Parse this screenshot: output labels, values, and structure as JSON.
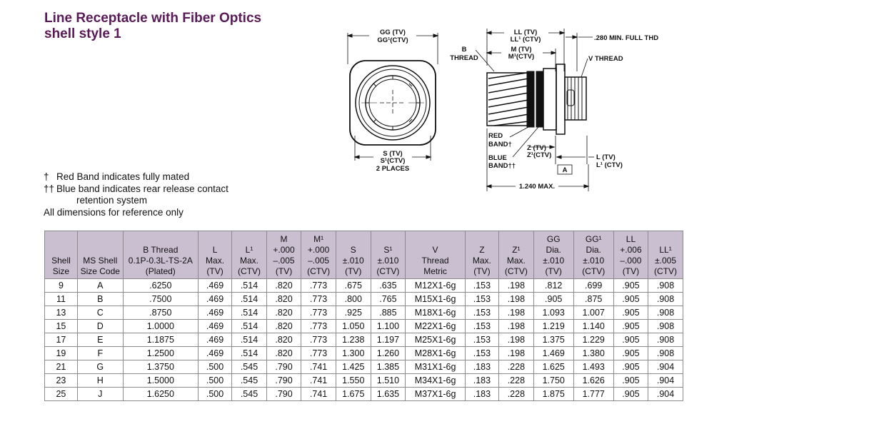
{
  "title": {
    "line1": "Line Receptacle with Fiber Optics",
    "line2": "shell style 1"
  },
  "notes": [
    {
      "symbol": "†",
      "text": "Red Band indicates fully mated"
    },
    {
      "symbol": "††",
      "text": "Blue band indicates rear release contact"
    },
    {
      "symbol": "",
      "text": "retention system",
      "indent": true
    },
    {
      "symbol": "",
      "text": "All dimensions for reference only"
    }
  ],
  "drawing": {
    "gg_label": "GG (TV)",
    "gg1_label": "GG¹(CTV)",
    "s_label": "S (TV)",
    "s1_label": "S¹(CTV)",
    "s_places": "2 PLACES",
    "ll_label": "LL (TV)",
    "ll1_label": "LL¹ (CTV)",
    "thd_label": ".280 MIN. FULL THD",
    "v_thread": "V THREAD",
    "b_label": "B",
    "b_thread": "THREAD",
    "m_label": "M (TV)",
    "m1_label": "M¹(CTV)",
    "red_label": "RED",
    "red_band": "BAND†",
    "blue_label": "BLUE",
    "blue_band": "BAND††",
    "z_label": "Z (TV)",
    "z1_label": "Z¹(CTV)",
    "l_label": "L (TV)",
    "l1_label": "L¹ (CTV)",
    "a_label": "A",
    "max_label": "1.240 MAX."
  },
  "table": {
    "headers": [
      [
        "Shell",
        "Size"
      ],
      [
        "MS Shell",
        "Size Code"
      ],
      [
        "B Thread",
        "0.1P-0.3L-TS-2A",
        "(Plated)"
      ],
      [
        "L",
        "Max.",
        "(TV)"
      ],
      [
        "L¹",
        "Max.",
        "(CTV)"
      ],
      [
        "M",
        "+.000",
        "–.005",
        "(TV)"
      ],
      [
        "M¹",
        "+.000",
        "–.005",
        "(CTV)"
      ],
      [
        "S",
        "±.010",
        "(TV)"
      ],
      [
        "S¹",
        "±.010",
        "(CTV)"
      ],
      [
        "V",
        "Thread",
        "Metric"
      ],
      [
        "Z",
        "Max.",
        "(TV)"
      ],
      [
        "Z¹",
        "Max.",
        "(CTV)"
      ],
      [
        "GG",
        "Dia.",
        "±.010",
        "(TV)"
      ],
      [
        "GG¹",
        "Dia.",
        "±.010",
        "(CTV)"
      ],
      [
        "LL",
        "+.006",
        "–.000",
        "(TV)"
      ],
      [
        "LL¹",
        "±.005",
        "(CTV)"
      ]
    ],
    "rows": [
      [
        "9",
        "A",
        ".6250",
        ".469",
        ".514",
        ".820",
        ".773",
        ".675",
        ".635",
        "M12X1-6g",
        ".153",
        ".198",
        ".812",
        ".699",
        ".905",
        ".908"
      ],
      [
        "11",
        "B",
        ".7500",
        ".469",
        ".514",
        ".820",
        ".773",
        ".800",
        ".765",
        "M15X1-6g",
        ".153",
        ".198",
        ".905",
        ".875",
        ".905",
        ".908"
      ],
      [
        "13",
        "C",
        ".8750",
        ".469",
        ".514",
        ".820",
        ".773",
        ".925",
        ".885",
        "M18X1-6g",
        ".153",
        ".198",
        "1.093",
        "1.007",
        ".905",
        ".908"
      ],
      [
        "15",
        "D",
        "1.0000",
        ".469",
        ".514",
        ".820",
        ".773",
        "1.050",
        "1.100",
        "M22X1-6g",
        ".153",
        ".198",
        "1.219",
        "1.140",
        ".905",
        ".908"
      ],
      [
        "17",
        "E",
        "1.1875",
        ".469",
        ".514",
        ".820",
        ".773",
        "1.238",
        "1.197",
        "M25X1-6g",
        ".153",
        ".198",
        "1.375",
        "1.229",
        ".905",
        ".908"
      ],
      [
        "19",
        "F",
        "1.2500",
        ".469",
        ".514",
        ".820",
        ".773",
        "1.300",
        "1.260",
        "M28X1-6g",
        ".153",
        ".198",
        "1.469",
        "1.380",
        ".905",
        ".908"
      ],
      [
        "21",
        "G",
        "1.3750",
        ".500",
        ".545",
        ".790",
        ".741",
        "1.425",
        "1.385",
        "M31X1-6g",
        ".183",
        ".228",
        "1.625",
        "1.493",
        ".905",
        ".904"
      ],
      [
        "23",
        "H",
        "1.5000",
        ".500",
        ".545",
        ".790",
        ".741",
        "1.550",
        "1.510",
        "M34X1-6g",
        ".183",
        ".228",
        "1.750",
        "1.626",
        ".905",
        ".904"
      ],
      [
        "25",
        "J",
        "1.6250",
        ".500",
        ".545",
        ".790",
        ".741",
        "1.675",
        "1.635",
        "M37X1-6g",
        ".183",
        ".228",
        "1.875",
        "1.777",
        ".905",
        ".904"
      ]
    ]
  }
}
